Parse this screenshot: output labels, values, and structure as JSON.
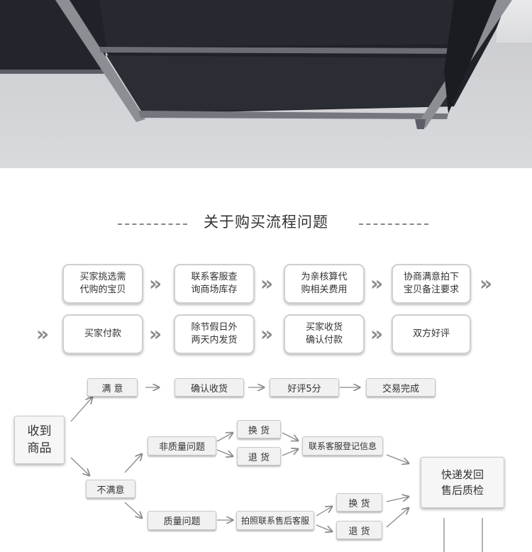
{
  "title": "关于购买流程问题",
  "process": {
    "row1": [
      "买家挑选需\n代购的宝贝",
      "联系客服查\n询商场库存",
      "为亲核算代\n购相关费用",
      "协商满意拍下\n宝贝备注要求"
    ],
    "row2": [
      "买家付款",
      "除节假日外\n两天内发货",
      "买家收货\n确认付款",
      "双方好评"
    ]
  },
  "flow": {
    "receive": "收到\n商品",
    "satisfied": "满 意",
    "confirm_receipt": "确认收货",
    "good_review": "好评5分",
    "deal_done": "交易完成",
    "unsatisfied": "不满意",
    "non_quality": "非质量问题",
    "exchange": "换 货",
    "return": "退 货",
    "contact_register": "联系客服登记信息",
    "quality": "质量问题",
    "photo_contact": "拍照联系售后客服",
    "express_back": "快递发回\n售后质检"
  },
  "colors": {
    "line": "#8a8a8a",
    "cabinet": "#23262d",
    "floor": "#cfd0d4"
  }
}
